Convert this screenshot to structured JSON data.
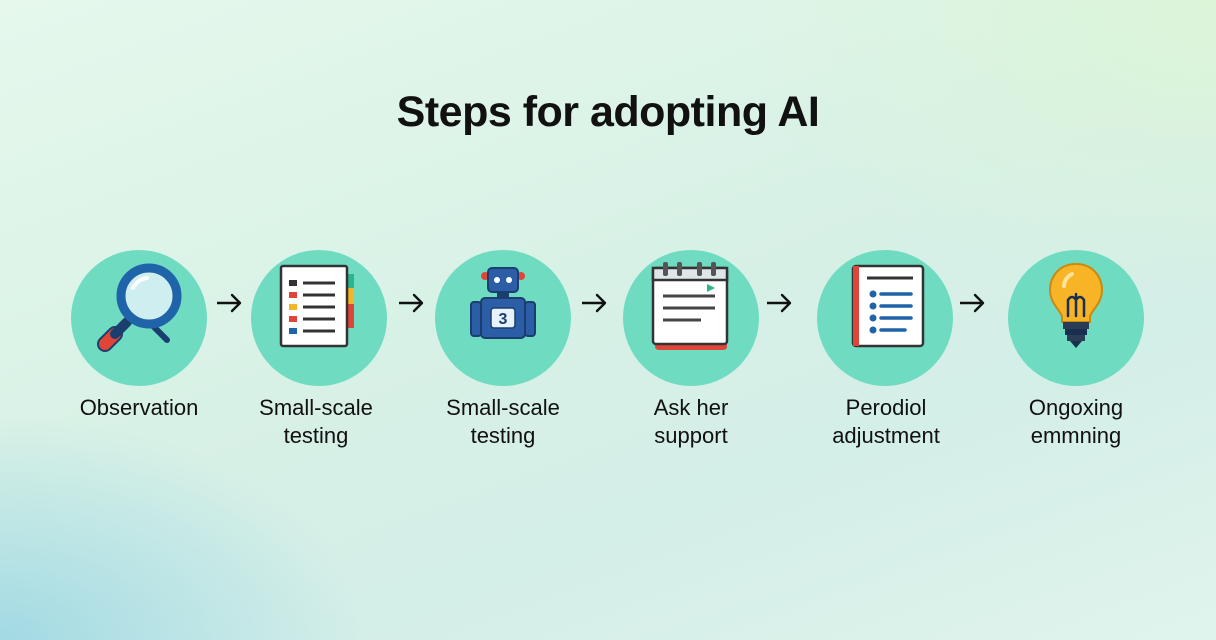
{
  "title": "Steps for adopting AI",
  "steps": [
    {
      "line1": "Observation",
      "line2": "",
      "icon": "magnifier-icon"
    },
    {
      "line1": "Small-scale",
      "line2": "testing",
      "icon": "checklist-icon"
    },
    {
      "line1": "Small-scale",
      "line2": "testing",
      "icon": "robot-icon"
    },
    {
      "line1": "Ask her",
      "line2": "support",
      "icon": "calendar-icon"
    },
    {
      "line1": "Perodiol",
      "line2": "adjustment",
      "icon": "notebook-icon"
    },
    {
      "line1": "Ongoxing",
      "line2": "emmning",
      "icon": "lightbulb-icon"
    }
  ],
  "robot_badge": "3",
  "colors": {
    "circle": "#6fdcc2",
    "text": "#111111",
    "magnifier_blue": "#1f63a8",
    "accent_red": "#e0453a",
    "bulb_yellow": "#f6b426"
  }
}
